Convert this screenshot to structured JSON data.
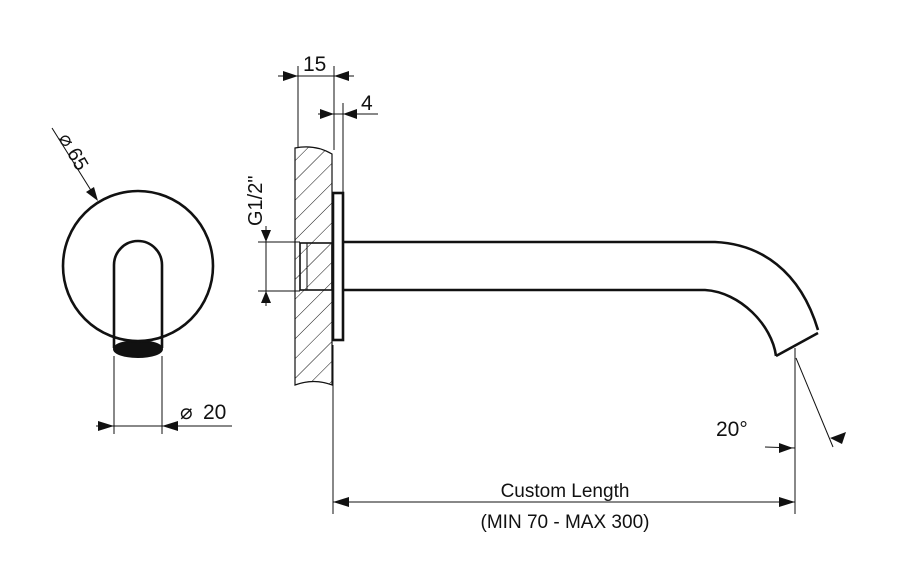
{
  "drawing": {
    "labels": {
      "diameter_flange": "65",
      "diameter_spout": "20",
      "flange_depth": "15",
      "flange_thickness": "4",
      "thread": "G1/2\"",
      "angle": "20°",
      "custom_length": "Custom Length",
      "length_range": "(MIN 70 - MAX 300)"
    },
    "diameter_symbol": "⌀"
  }
}
